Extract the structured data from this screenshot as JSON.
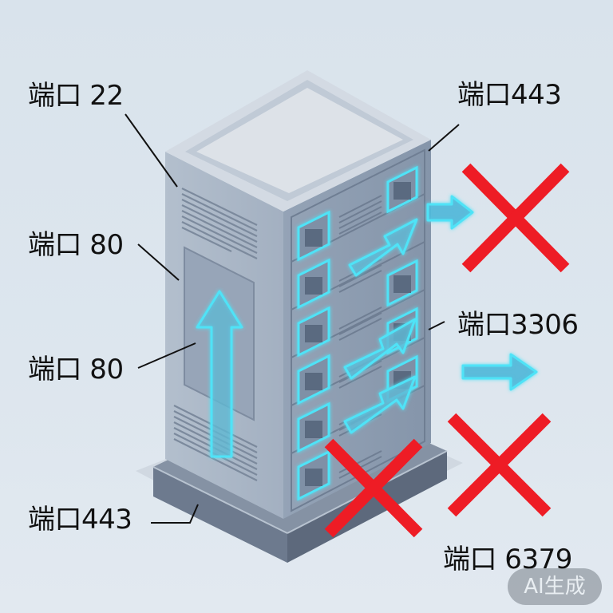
{
  "labels": {
    "port22": "端口 22",
    "port443_top": "端口443",
    "port80_a": "端口 80",
    "port3306": "端口3306",
    "port80_b": "端口 80",
    "port443_bottom": "端口443",
    "port6379": "端口 6379"
  },
  "badge": "AI生成",
  "colors": {
    "background": "#dbe4ec",
    "server_body": "#a9b6c6",
    "server_front": "#8e9db0",
    "glow": "#3fd7f0",
    "blocked": "#ee1c25",
    "text": "#111111"
  },
  "icons": {
    "allowed": "arrow-icon",
    "blocked": "x-icon"
  }
}
